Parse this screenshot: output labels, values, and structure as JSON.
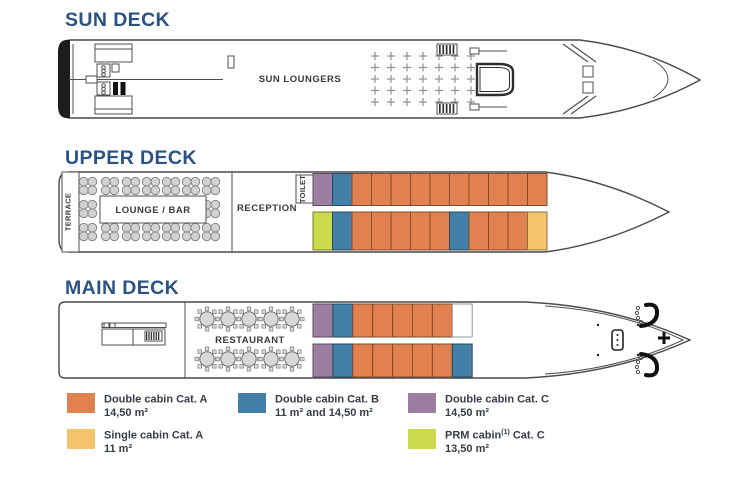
{
  "decks": {
    "sun": {
      "title": "SUN DECK",
      "labels": {
        "sun_loungers": "SUN LOUNGERS"
      }
    },
    "upper": {
      "title": "UPPER DECK",
      "labels": {
        "terrace": "TERRACE",
        "lounge_bar": "LOUNGE / BAR",
        "reception": "RECEPTION",
        "toilet": "TOILET"
      }
    },
    "main": {
      "title": "MAIN DECK",
      "labels": {
        "restaurant": "RESTAURANT"
      }
    }
  },
  "colors": {
    "catA": "#E0814F",
    "single": "#F4C46A",
    "catB": "#4380A8",
    "catC": "#9C7EA3",
    "prm": "#CBDA4D",
    "empty": "#FFFFFF",
    "title": "#2B5284"
  },
  "cabin_rows": {
    "upper_top": [
      "catC",
      "catB",
      "catA",
      "catA",
      "catA",
      "catA",
      "catA",
      "catA",
      "catA",
      "catA",
      "catA",
      "catA"
    ],
    "upper_bottom": [
      "prm",
      "catB",
      "catA",
      "catA",
      "catA",
      "catA",
      "catA",
      "catB",
      "catA",
      "catA",
      "catA",
      "single"
    ],
    "main_top": [
      "catC",
      "catB",
      "catA",
      "catA",
      "catA",
      "catA",
      "catA",
      "empty"
    ],
    "main_bottom": [
      "catC",
      "catB",
      "catA",
      "catA",
      "catA",
      "catA",
      "catA",
      "catB"
    ]
  },
  "legend": {
    "items": [
      {
        "color": "#E0814F",
        "prefix": "Double cabin Cat. A",
        "sup": "",
        "suffix": "",
        "area": "14,50 m²"
      },
      {
        "color": "#F4C46A",
        "prefix": "Single cabin Cat. A",
        "sup": "",
        "suffix": "",
        "area": "11 m²"
      },
      {
        "color": "#4380A8",
        "prefix": "Double cabin Cat. B",
        "sup": "",
        "suffix": "",
        "area": "11 m² and 14,50 m²"
      },
      {
        "color": "#9C7EA3",
        "prefix": "Double cabin Cat. C",
        "sup": "",
        "suffix": "",
        "area": "14,50 m²"
      },
      {
        "color": "#CBDA4D",
        "prefix": "PRM cabin",
        "sup": "(1)",
        "suffix": " Cat. C",
        "area": "13,50 m²"
      }
    ]
  }
}
